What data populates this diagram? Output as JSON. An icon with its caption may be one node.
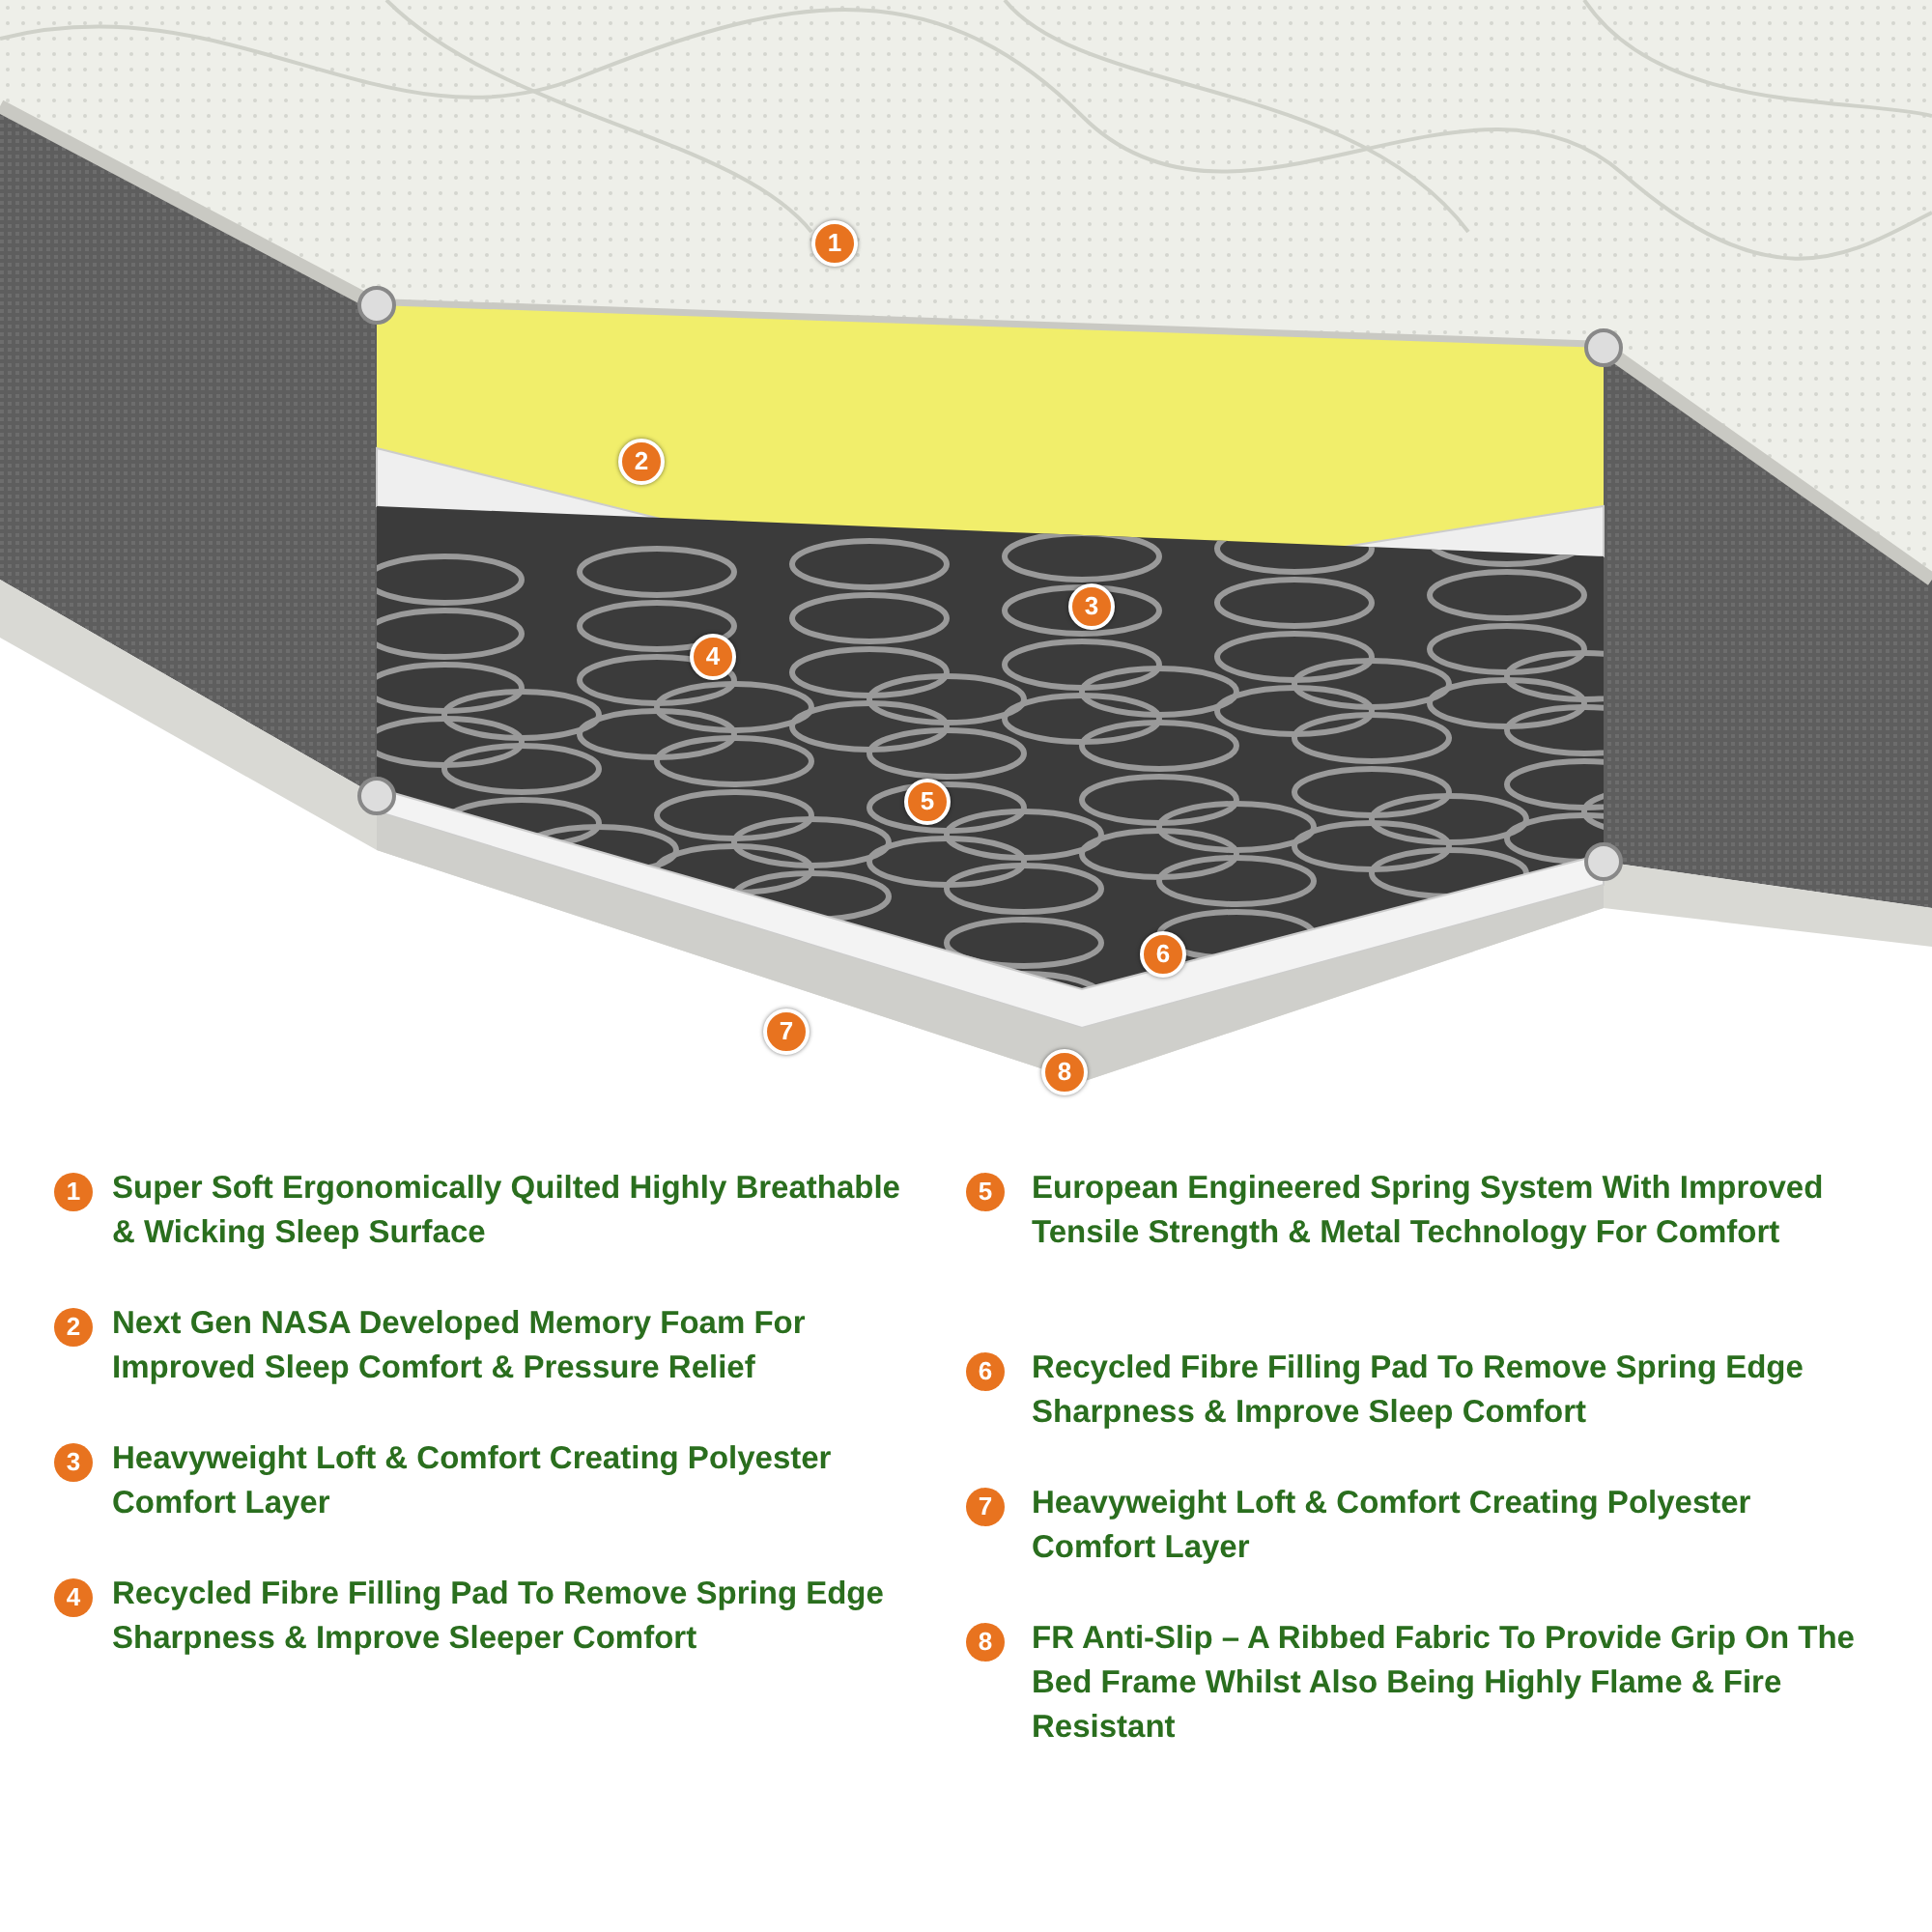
{
  "diagram": {
    "labels": [
      "1",
      "2",
      "3",
      "4",
      "5",
      "6",
      "7",
      "8",
      "1",
      "Super Soft Ergonomically Quilted Highly Breathable & Wicking Sleep Surface",
      "2",
      "Next Gen NASA Developed Memory Foam For Improved Sleep Comfort & Pressure Relief",
      "3",
      "Heavyweight Loft & Comfort Creating Polyester Comfort Layer",
      "4",
      "Recycled Fibre Filling Pad To Remove Spring Edge Sharpness & Improve Sleeper Comfort",
      "5",
      "European Engineered Spring System With Improved Tensile Strength & Metal Technology For Comfort",
      "6",
      "Recycled Fibre Filling Pad To Remove Spring Edge Sharpness & Improve Sleep Comfort",
      "7",
      "Heavyweight Loft & Comfort Creating Polyester Comfort Layer",
      "8",
      "FR Anti-Slip – A Ribbed Fabric To Provide Grip On The Bed Frame Whilst Also Being Highly Flame & Fire Resistant"
    ]
  }
}
